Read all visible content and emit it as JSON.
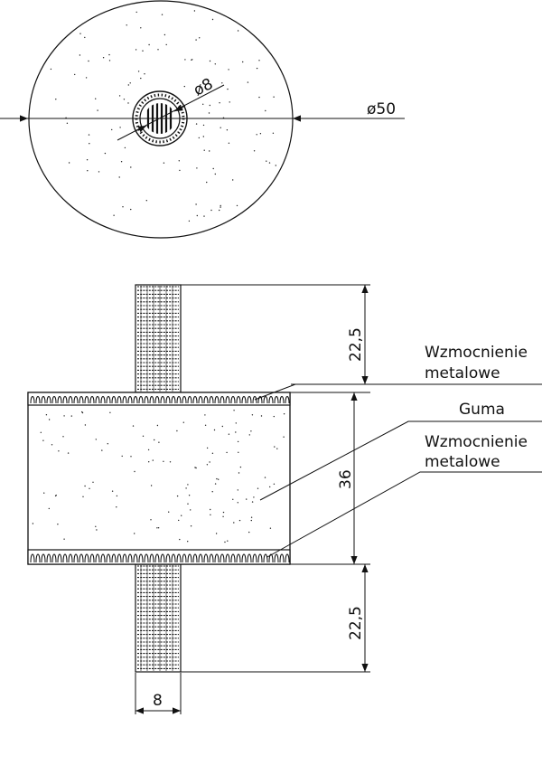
{
  "top_view": {
    "outer_diameter_label": "ø50",
    "bolt_diameter_label": "ø8"
  },
  "side_view": {
    "upper_bolt_length_label": "22,5",
    "rubber_height_label": "36",
    "lower_bolt_length_label": "22,5",
    "bolt_width_label": "8"
  },
  "labels": {
    "upper_reinforcement_line1": "Wzmocnienie",
    "upper_reinforcement_line2": "metalowe",
    "rubber": "Guma",
    "lower_reinforcement_line1": "Wzmocnienie",
    "lower_reinforcement_line2": "metalowe"
  },
  "colors": {
    "line": "#111111",
    "background": "#ffffff"
  }
}
